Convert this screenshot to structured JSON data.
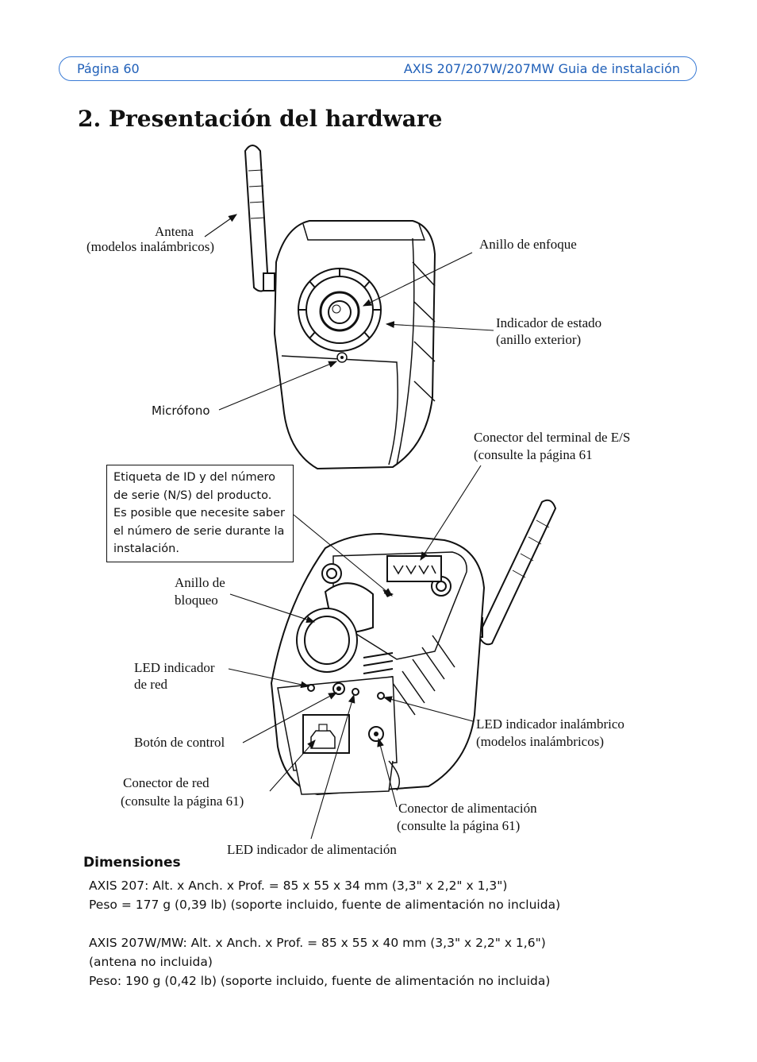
{
  "header": {
    "page": "Página 60",
    "doc_title": "AXIS 207/207W/207MW Guia de instalación",
    "accent_color": "#1f5fb8"
  },
  "title": "2. Presentación del hardware",
  "labels": {
    "antenna_line1": "Antena",
    "antenna_line2": "(modelos inalámbricos)",
    "focus_ring": "Anillo de enfoque",
    "status_line1": "Indicador de estado",
    "status_line2": "(anillo exterior)",
    "microphone": "Micrófono",
    "io_line1": "Conector del terminal de E/S",
    "io_line2": "(consulte la página 61",
    "id_label": [
      "Etiqueta de ID y del número",
      "de serie (N/S) del producto.",
      "Es posible que necesite saber",
      "el número de serie durante la",
      "instalación."
    ],
    "lock_line1": "Anillo de",
    "lock_line2": "bloqueo",
    "net_led_line1": "LED indicador",
    "net_led_line2": "de red",
    "control_button": "Botón de control",
    "net_conn_line1": "Conector de red",
    "net_conn_line2": "(consulte la página 61)",
    "wireless_led_line1": "LED indicador inalámbrico",
    "wireless_led_line2": "(modelos inalámbricos)",
    "power_conn_line1": "Conector de alimentación",
    "power_conn_line2": "(consulte la página 61)",
    "power_led": "LED indicador de alimentación"
  },
  "dimensions": {
    "heading": "Dimensiones",
    "lines": [
      "AXIS 207: Alt. x Anch. x Prof. = 85 x 55 x 34 mm (3,3\" x 2,2\" x 1,3\")",
      "Peso = 177 g (0,39 lb) (soporte incluido, fuente de alimentación no incluida)",
      "AXIS 207W/MW: Alt. x Anch. x Prof. = 85 x 55 x 40 mm (3,3\" x 2,2\" x 1,6\")",
      "(antena no incluida)",
      "Peso: 190 g (0,42 lb) (soporte incluido, fuente de alimentación no incluida)"
    ]
  }
}
